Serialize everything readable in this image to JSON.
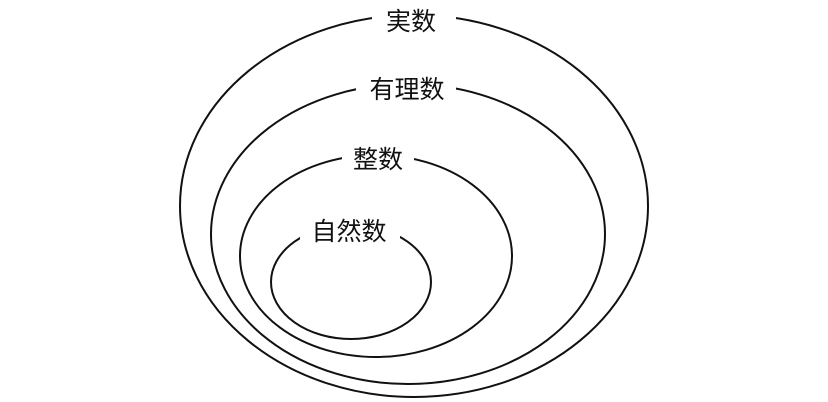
{
  "diagram": {
    "sets": [
      {
        "id": "real",
        "label": "実数"
      },
      {
        "id": "rational",
        "label": "有理数"
      },
      {
        "id": "integer",
        "label": "整数"
      },
      {
        "id": "natural",
        "label": "自然数"
      }
    ],
    "colors": {
      "stroke": "#111111",
      "background": "#ffffff"
    }
  }
}
